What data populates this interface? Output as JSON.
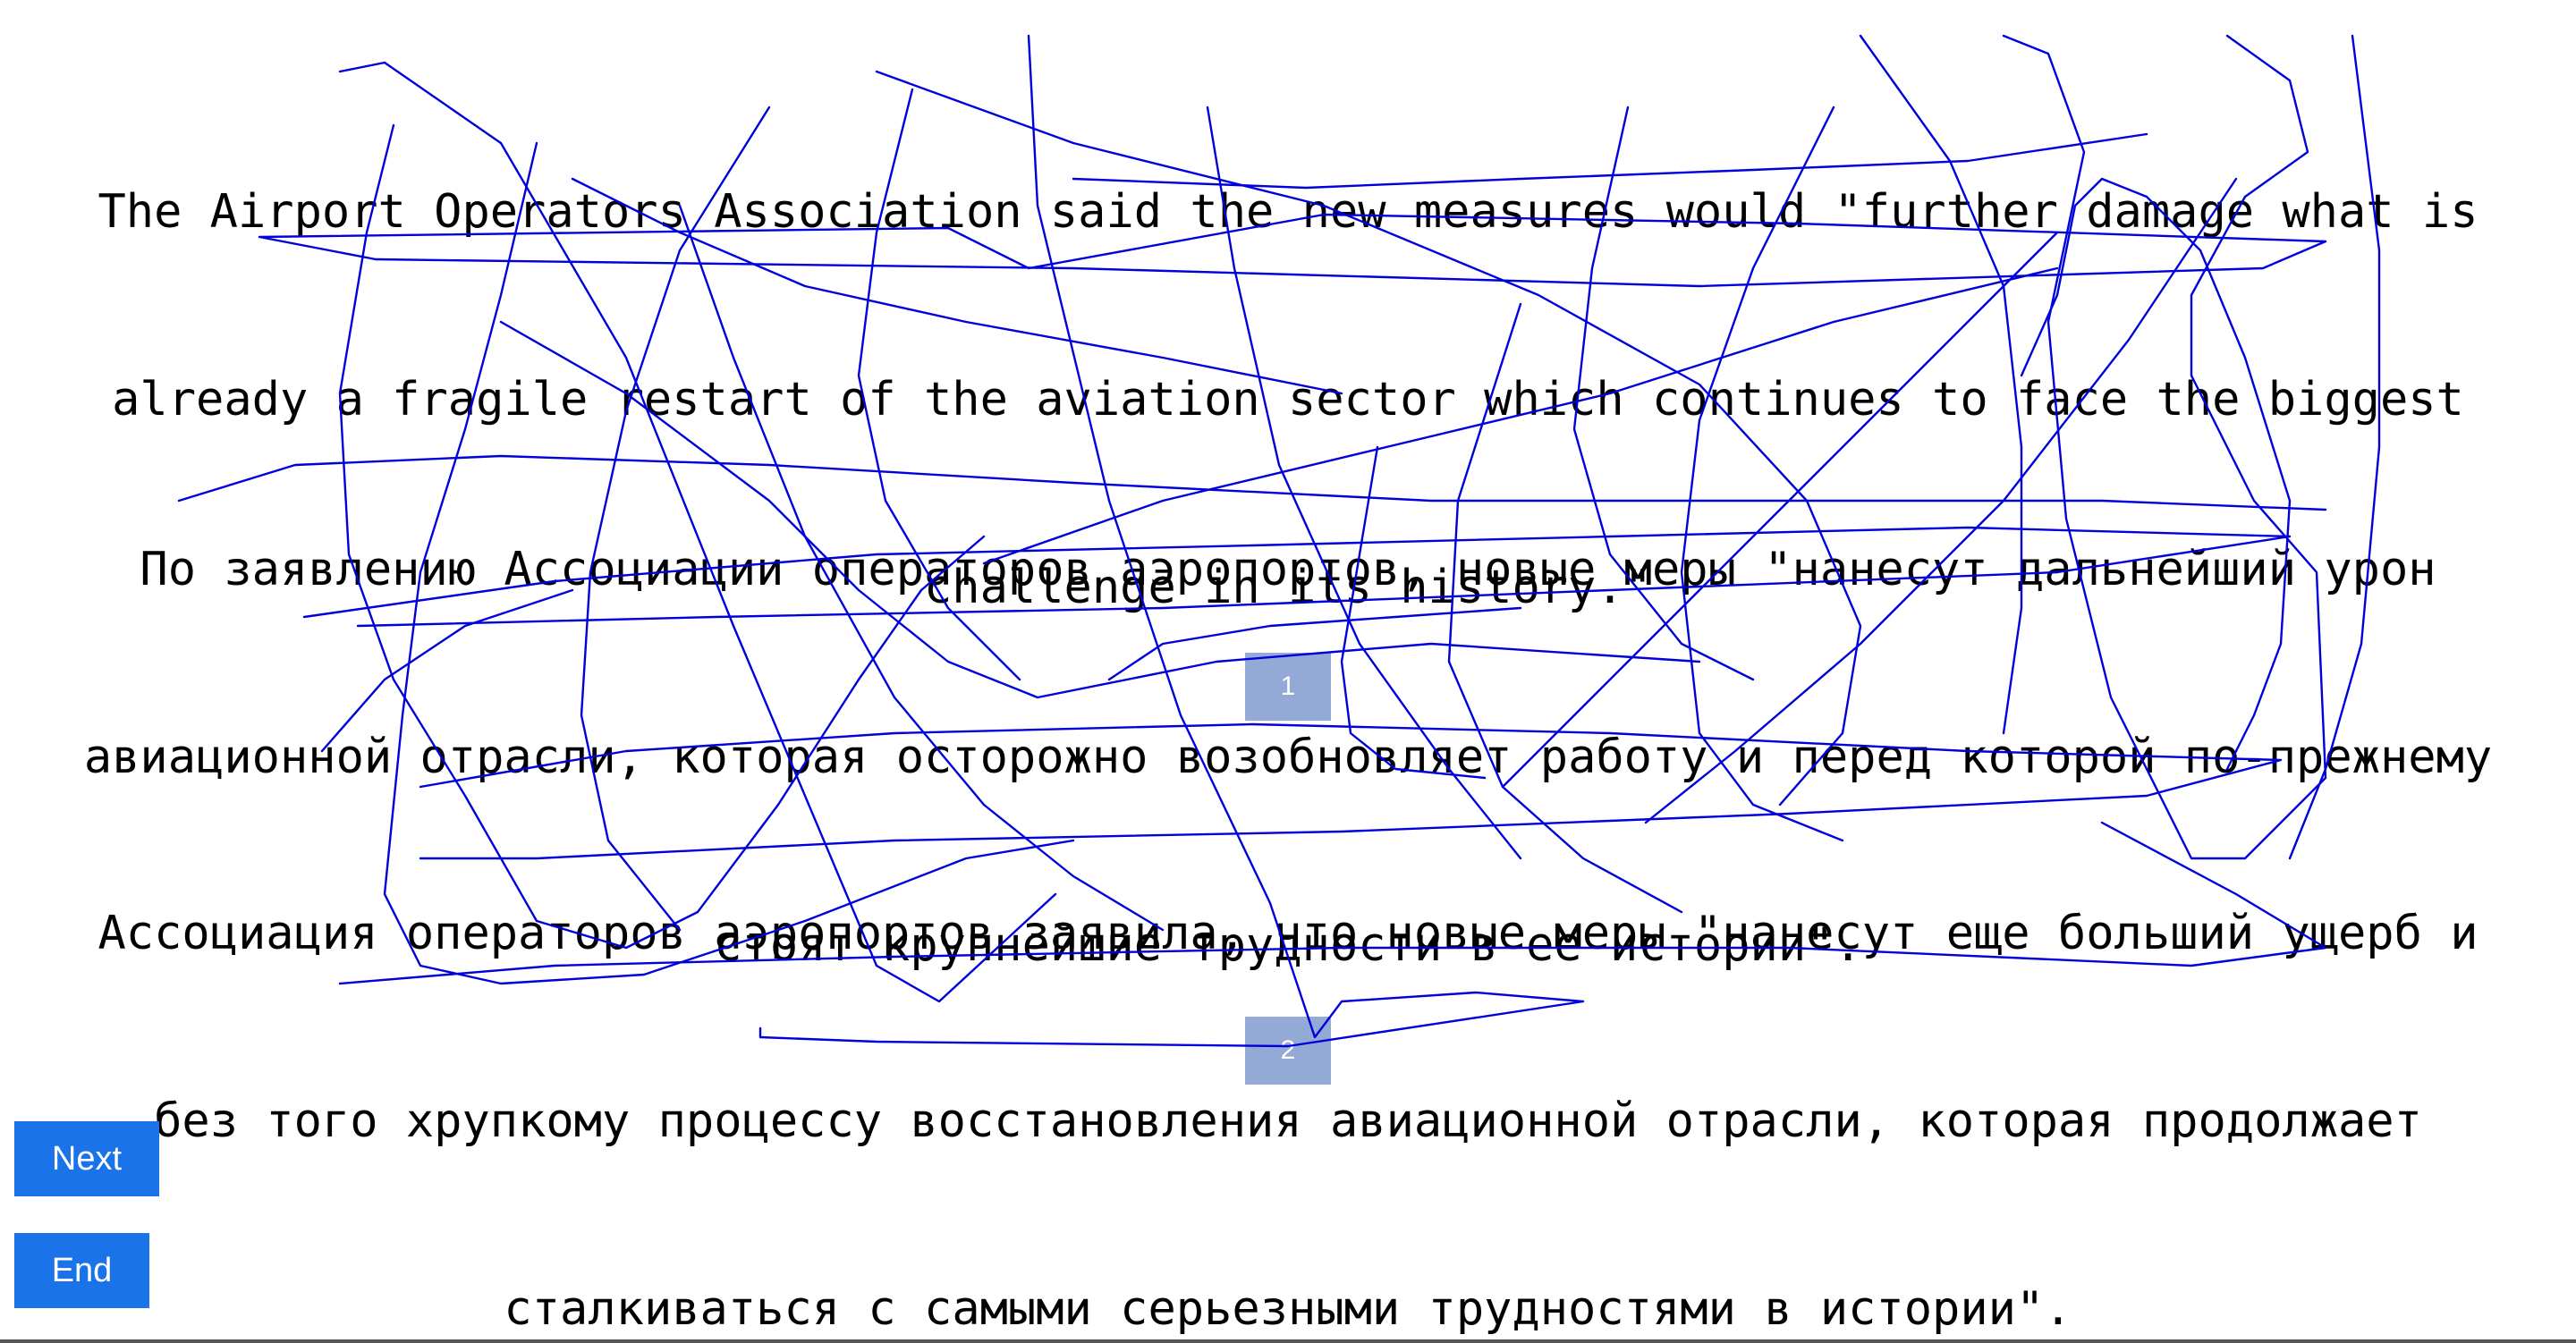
{
  "source": {
    "lines": [
      "The Airport Operators Association said the new measures would \"further damage what is",
      "already a fragile restart of the aviation sector which continues to face the biggest",
      "challenge in its history.\""
    ]
  },
  "translations": [
    {
      "lines": [
        "По заявлению Ассоциации операторов аэропортов, новые меры \"нанесут дальнейший урон",
        "авиационной отрасли, которая осторожно возобновляет работу и перед которой по-прежнему",
        "стоят крупнейшие трудности в ее истории\"."
      ],
      "rank_label": "1"
    },
    {
      "lines": [
        "Ассоциация операторов аэропортов заявила, что новые меры \"нанесут еще больший ущерб и",
        "без того хрупкому процессу восстановления авиационной отрасли, которая продолжает",
        "сталкиваться с самыми серьезными трудностями в истории\"."
      ],
      "rank_label": "2"
    }
  ],
  "buttons": {
    "next_label": "Next",
    "end_label": "End"
  },
  "colors": {
    "button_background": "#1a73e8",
    "rank_badge_background": "#8fa6d4",
    "scribble_stroke": "#0000dd"
  }
}
